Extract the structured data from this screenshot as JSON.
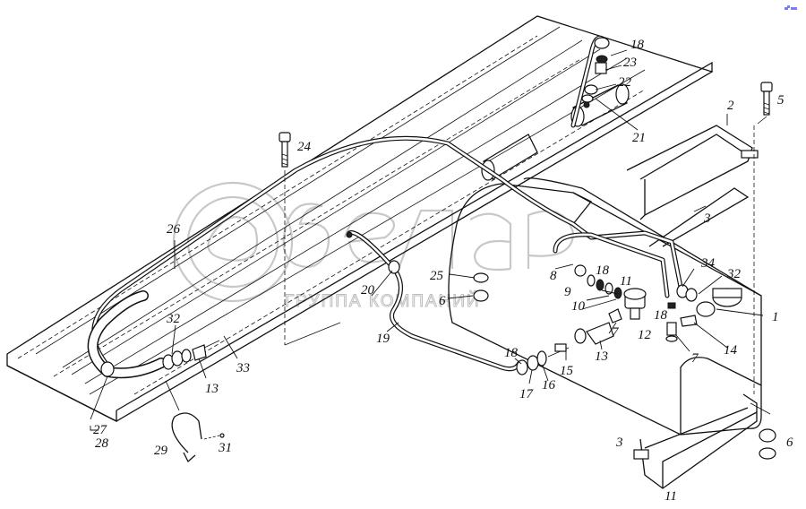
{
  "diagram": {
    "subject": "Fuel system assembly — exploded view",
    "watermark": {
      "logo_text": "белаз",
      "subtitle": "ГРУППА КОМПАНИЙ"
    },
    "colors": {
      "line": "#111111",
      "background": "#ffffff",
      "watermark": "#c8c8c8",
      "corner_mark": "#7b7bff"
    },
    "labels": {
      "l1": "1",
      "l2": "2",
      "l3a": "3",
      "l3b": "3",
      "l5": "5",
      "l6a": "6",
      "l6b": "6",
      "l7a": "7",
      "l7b": "7",
      "l8": "8",
      "l9": "9",
      "l10": "10",
      "l11a": "11",
      "l11b": "11",
      "l12": "12",
      "l13a": "13",
      "l13b": "13",
      "l14": "14",
      "l15": "15",
      "l16": "16",
      "l17": "17",
      "l18a": "18",
      "l18b": "18",
      "l18c": "18",
      "l18d": "18",
      "l19": "19",
      "l20": "20",
      "l21": "21",
      "l22": "22",
      "l23": "23",
      "l24": "24",
      "l25": "25",
      "l26": "26",
      "l27": "27",
      "l28": "28",
      "l29": "29",
      "l31": "31",
      "l32a": "32",
      "l32b": "32",
      "l33": "33",
      "l34": "34"
    }
  }
}
